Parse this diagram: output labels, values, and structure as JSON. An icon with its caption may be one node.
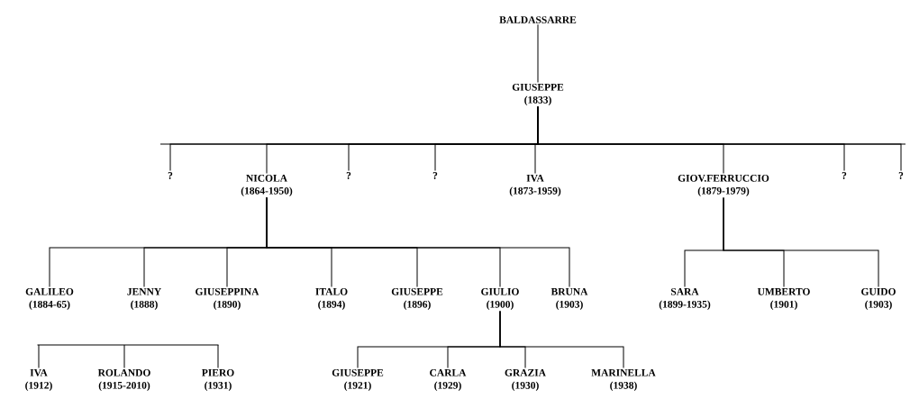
{
  "diagram": {
    "nodes": [
      {
        "text": [
          "BALDASSARRE"
        ]
      },
      {
        "text": [
          "GIUSEPPE",
          "(1833)"
        ]
      },
      {
        "text": [
          "?"
        ]
      },
      {
        "text": [
          "NICOLA",
          "(1864-1950)"
        ]
      },
      {
        "text": [
          "?"
        ]
      },
      {
        "text": [
          "?"
        ]
      },
      {
        "text": [
          "IVA",
          "(1873-1959)"
        ]
      },
      {
        "text": [
          "GIOV.FERRUCCIO",
          "(1879-1979)"
        ]
      },
      {
        "text": [
          "?"
        ]
      },
      {
        "text": [
          "?"
        ]
      },
      {
        "text": [
          "GALILEO",
          "(1884-65)"
        ]
      },
      {
        "text": [
          "JENNY",
          "(1888)"
        ]
      },
      {
        "text": [
          "GIUSEPPINA",
          "(1890)"
        ]
      },
      {
        "text": [
          "ITALO",
          "(1894)"
        ]
      },
      {
        "text": [
          "GIUSEPPE",
          "(1896)"
        ]
      },
      {
        "text": [
          "GIULIO",
          "(1900)"
        ]
      },
      {
        "text": [
          "BRUNA",
          "(1903)"
        ]
      },
      {
        "text": [
          "SARA",
          "(1899-1935)"
        ]
      },
      {
        "text": [
          "UMBERTO",
          "(1901)"
        ]
      },
      {
        "text": [
          "GUIDO",
          "(1903)"
        ]
      },
      {
        "text": [],
        "shape": "bar"
      },
      {
        "text": [
          "IVA",
          "(1912)"
        ]
      },
      {
        "text": [
          "ROLANDO",
          "(1915-2010)"
        ]
      },
      {
        "text": [
          "PIERO",
          "(1931)"
        ]
      },
      {
        "text": [
          "GIUSEPPE",
          "(1921)"
        ]
      },
      {
        "text": [
          "CARLA",
          "(1929)"
        ]
      },
      {
        "text": [
          "GRAZIA",
          "(1930)"
        ]
      },
      {
        "text": [
          "MARINELLA",
          "(1938)"
        ]
      }
    ],
    "edges": [
      {
        "from": 0,
        "to": 1,
        "arrow": "none"
      },
      {
        "from": 1,
        "to": 2,
        "arrow": "none"
      },
      {
        "from": 1,
        "to": 3,
        "arrow": "none"
      },
      {
        "from": 1,
        "to": 4,
        "arrow": "none"
      },
      {
        "from": 1,
        "to": 5,
        "arrow": "none"
      },
      {
        "from": 1,
        "to": 6,
        "arrow": "none"
      },
      {
        "from": 1,
        "to": 7,
        "arrow": "none"
      },
      {
        "from": 1,
        "to": 8,
        "arrow": "none"
      },
      {
        "from": 1,
        "to": 9,
        "arrow": "none"
      },
      {
        "from": 3,
        "to": 10,
        "arrow": "none"
      },
      {
        "from": 3,
        "to": 11,
        "arrow": "none"
      },
      {
        "from": 3,
        "to": 12,
        "arrow": "none"
      },
      {
        "from": 3,
        "to": 13,
        "arrow": "none"
      },
      {
        "from": 3,
        "to": 14,
        "arrow": "none"
      },
      {
        "from": 3,
        "to": 15,
        "arrow": "none"
      },
      {
        "from": 3,
        "to": 16,
        "arrow": "none"
      },
      {
        "from": 7,
        "to": 17,
        "arrow": "none"
      },
      {
        "from": 7,
        "to": 18,
        "arrow": "none"
      },
      {
        "from": 7,
        "to": 19,
        "arrow": "none"
      },
      {
        "from": 20,
        "to": 21,
        "arrow": "none"
      },
      {
        "from": 20,
        "to": 22,
        "arrow": "none"
      },
      {
        "from": 20,
        "to": 23,
        "arrow": "none"
      },
      {
        "from": 15,
        "to": 24,
        "arrow": "none"
      },
      {
        "from": 15,
        "to": 25,
        "arrow": "none"
      },
      {
        "from": 15,
        "to": 26,
        "arrow": "none"
      },
      {
        "from": 15,
        "to": 27,
        "arrow": "none"
      }
    ]
  }
}
